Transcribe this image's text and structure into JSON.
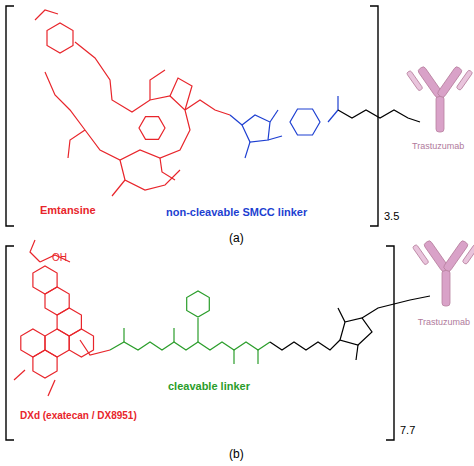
{
  "diagram": {
    "labels": [
      "Emtansine",
      "non-cleavable SMCC linker",
      "Trastuzumab",
      "3.5",
      "(a)",
      "OH",
      "DXd (exatecan / DX8951)",
      "cleavable linker",
      "Trastuzumab",
      "7.7",
      "(b)"
    ]
  }
}
